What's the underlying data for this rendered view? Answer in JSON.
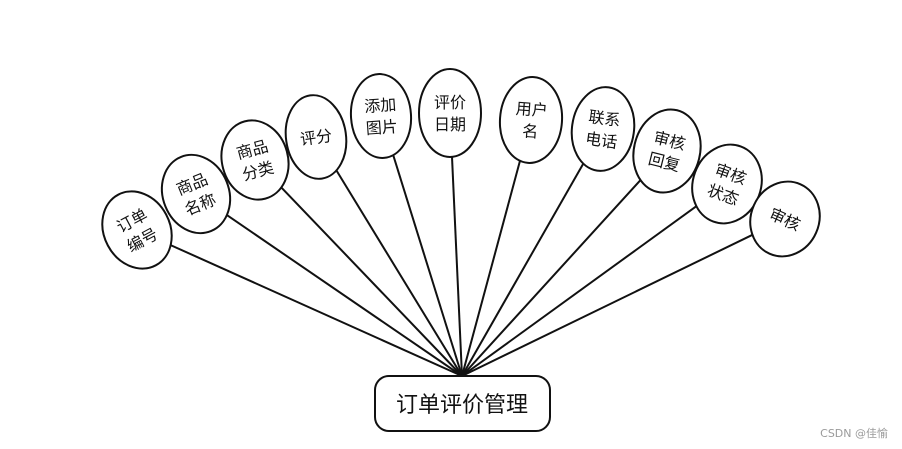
{
  "entity": {
    "label": "订单评价管理"
  },
  "attributes": [
    {
      "lines": [
        "订单",
        "编号"
      ]
    },
    {
      "lines": [
        "商品",
        "名称"
      ]
    },
    {
      "lines": [
        "商品",
        "分类"
      ]
    },
    {
      "lines": [
        "评分"
      ]
    },
    {
      "lines": [
        "添加",
        "图片"
      ]
    },
    {
      "lines": [
        "评价",
        "日期"
      ]
    },
    {
      "lines": [
        "用户",
        "名"
      ]
    },
    {
      "lines": [
        "联系",
        "电话"
      ]
    },
    {
      "lines": [
        "审核",
        "回复"
      ]
    },
    {
      "lines": [
        "审核",
        "状态"
      ]
    },
    {
      "lines": [
        "审核"
      ]
    }
  ],
  "watermark": "CSDN @佳愉"
}
